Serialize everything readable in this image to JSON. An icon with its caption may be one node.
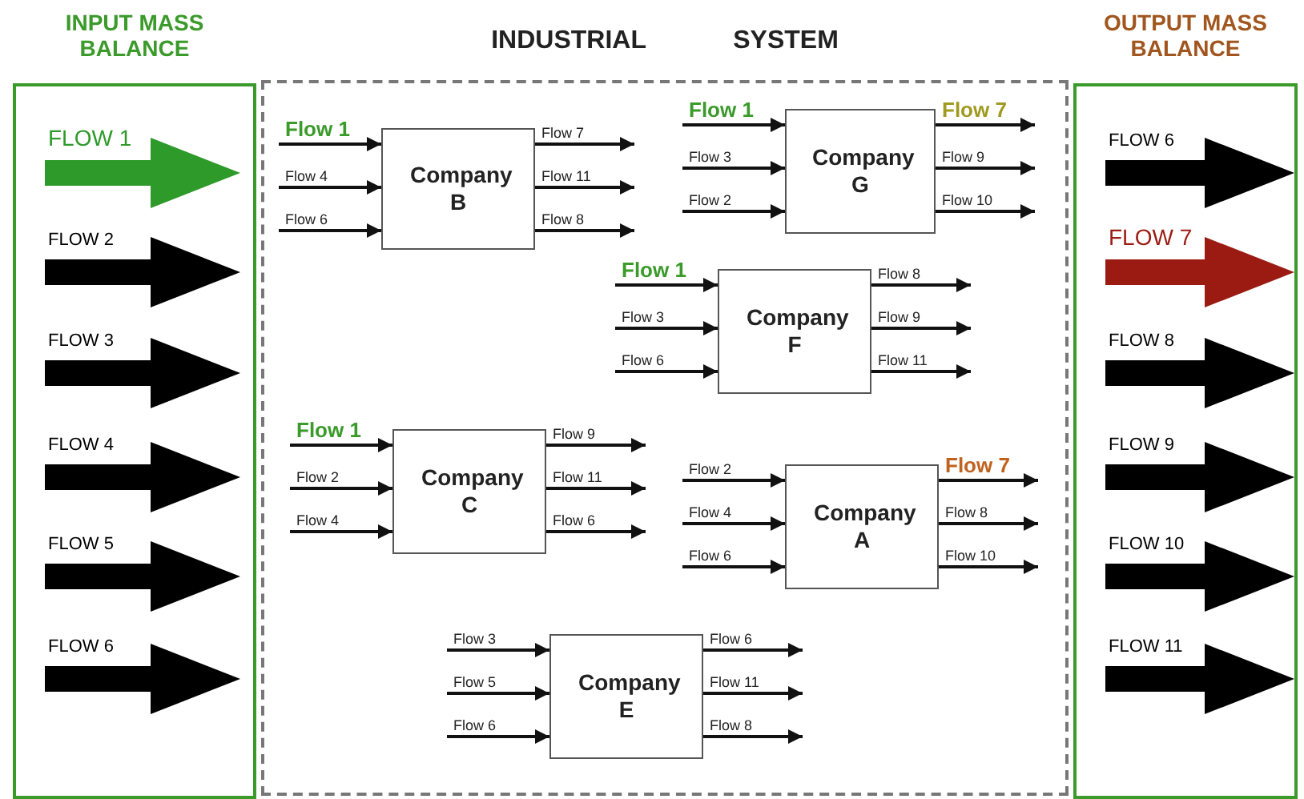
{
  "diagram": {
    "nodes": [
      {
        "text": [
          "INPUT MASS BALANCE"
        ]
      },
      {
        "text": [
          "FLOW 1"
        ],
        "in": 0
      },
      {
        "text": [
          "FLOW 2"
        ],
        "in": 0
      },
      {
        "text": [
          "FLOW 3"
        ],
        "in": 0
      },
      {
        "text": [
          "FLOW 4"
        ],
        "in": 0
      },
      {
        "text": [
          "FLOW 5"
        ],
        "in": 0
      },
      {
        "text": [
          "FLOW 6"
        ],
        "in": 0
      },
      {
        "text": [
          "INDUSTRIAL SYSTEM"
        ]
      },
      {
        "text": [
          "Company B"
        ],
        "in": 7
      },
      {
        "text": [
          "Company G"
        ],
        "in": 7
      },
      {
        "text": [
          "Company F"
        ],
        "in": 7
      },
      {
        "text": [
          "Company C"
        ],
        "in": 7
      },
      {
        "text": [
          "Company A"
        ],
        "in": 7
      },
      {
        "text": [
          "Company E"
        ],
        "in": 7
      },
      {
        "text": [
          "OUTPUT MASS BALANCE"
        ]
      },
      {
        "text": [
          "FLOW 6"
        ],
        "in": 14
      },
      {
        "text": [
          "FLOW 7"
        ],
        "in": 14
      },
      {
        "text": [
          "FLOW 8"
        ],
        "in": 14
      },
      {
        "text": [
          "FLOW 9"
        ],
        "in": 14
      },
      {
        "text": [
          "FLOW 10"
        ],
        "in": 14
      },
      {
        "text": [
          "FLOW 11"
        ],
        "in": 14
      }
    ],
    "edges": [
      {
        "from": null,
        "to": 8,
        "arrow": "to",
        "label": "Flow 1"
      },
      {
        "from": null,
        "to": 8,
        "arrow": "to",
        "label": "Flow 4"
      },
      {
        "from": null,
        "to": 8,
        "arrow": "to",
        "label": "Flow 6"
      },
      {
        "from": 8,
        "to": null,
        "arrow": "to",
        "label": "Flow 7"
      },
      {
        "from": 8,
        "to": null,
        "arrow": "to",
        "label": "Flow 11"
      },
      {
        "from": 8,
        "to": null,
        "arrow": "to",
        "label": "Flow 8"
      },
      {
        "from": null,
        "to": 9,
        "arrow": "to",
        "label": "Flow 1"
      },
      {
        "from": null,
        "to": 9,
        "arrow": "to",
        "label": "Flow 3"
      },
      {
        "from": null,
        "to": 9,
        "arrow": "to",
        "label": "Flow 2"
      },
      {
        "from": 9,
        "to": null,
        "arrow": "to",
        "label": "Flow 7"
      },
      {
        "from": 9,
        "to": null,
        "arrow": "to",
        "label": "Flow 9"
      },
      {
        "from": 9,
        "to": null,
        "arrow": "to",
        "label": "Flow 10"
      },
      {
        "from": null,
        "to": 10,
        "arrow": "to",
        "label": "Flow 1"
      },
      {
        "from": null,
        "to": 10,
        "arrow": "to",
        "label": "Flow 3"
      },
      {
        "from": null,
        "to": 10,
        "arrow": "to",
        "label": "Flow 6"
      },
      {
        "from": 10,
        "to": null,
        "arrow": "to",
        "label": "Flow 8"
      },
      {
        "from": 10,
        "to": null,
        "arrow": "to",
        "label": "Flow 9"
      },
      {
        "from": 10,
        "to": null,
        "arrow": "to",
        "label": "Flow 11"
      },
      {
        "from": null,
        "to": 11,
        "arrow": "to",
        "label": "Flow 1"
      },
      {
        "from": null,
        "to": 11,
        "arrow": "to",
        "label": "Flow 2"
      },
      {
        "from": null,
        "to": 11,
        "arrow": "to",
        "label": "Flow 4"
      },
      {
        "from": 11,
        "to": null,
        "arrow": "to",
        "label": "Flow 9"
      },
      {
        "from": 11,
        "to": null,
        "arrow": "to",
        "label": "Flow 11"
      },
      {
        "from": 11,
        "to": null,
        "arrow": "to",
        "label": "Flow 6"
      },
      {
        "from": null,
        "to": 12,
        "arrow": "to",
        "label": "Flow 2"
      },
      {
        "from": null,
        "to": 12,
        "arrow": "to",
        "label": "Flow 4"
      },
      {
        "from": null,
        "to": 12,
        "arrow": "to",
        "label": "Flow 6"
      },
      {
        "from": 12,
        "to": null,
        "arrow": "to",
        "label": "Flow 7"
      },
      {
        "from": 12,
        "to": null,
        "arrow": "to",
        "label": "Flow 8"
      },
      {
        "from": 12,
        "to": null,
        "arrow": "to",
        "label": "Flow 10"
      },
      {
        "from": null,
        "to": 13,
        "arrow": "to",
        "label": "Flow 3"
      },
      {
        "from": null,
        "to": 13,
        "arrow": "to",
        "label": "Flow 5"
      },
      {
        "from": null,
        "to": 13,
        "arrow": "to",
        "label": "Flow 6"
      },
      {
        "from": 13,
        "to": null,
        "arrow": "to",
        "label": "Flow 6"
      },
      {
        "from": 13,
        "to": null,
        "arrow": "to",
        "label": "Flow 11"
      },
      {
        "from": 13,
        "to": null,
        "arrow": "to",
        "label": "Flow 8"
      }
    ]
  }
}
